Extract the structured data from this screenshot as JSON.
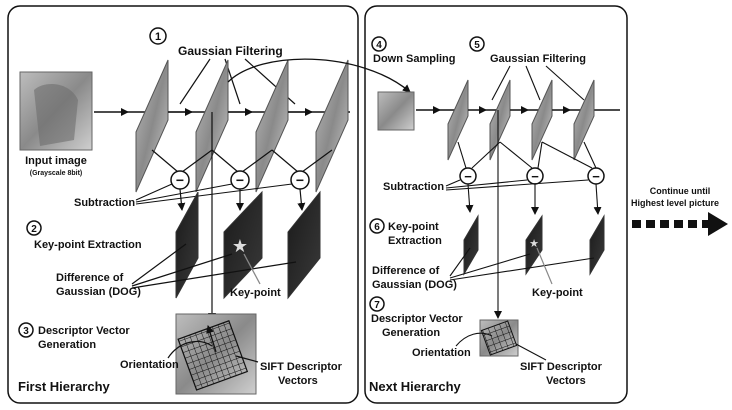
{
  "panels": {
    "first": {
      "title": "First Hierarchy",
      "step1_num": "1",
      "gaussian_filtering": "Gaussian Filtering",
      "input_image": "Input image",
      "input_image_sub": "(Grayscale 8bit)",
      "subtraction": "Subtraction",
      "step2_num": "2",
      "keypoint_extraction": "Key-point Extraction",
      "dog_line1": "Difference of",
      "dog_line2": "Gaussian (DOG)",
      "keypoint": "Key-point",
      "step3_num": "3",
      "descriptor_line1": "Descriptor Vector",
      "descriptor_line2": "Generation",
      "orientation": "Orientation",
      "sift_line1": "SIFT Descriptor",
      "sift_line2": "Vectors"
    },
    "next": {
      "title": "Next Hierarchy",
      "step4_num": "4",
      "down_sampling": "Down Sampling",
      "step5_num": "5",
      "gaussian_filtering": "Gaussian Filtering",
      "subtraction": "Subtraction",
      "step6_num": "6",
      "keypoint_line1": "Key-point",
      "keypoint_line2": "Extraction",
      "dog_line1": "Difference of",
      "dog_line2": "Gaussian (DOG)",
      "keypoint": "Key-point",
      "step7_num": "7",
      "descriptor_line1": "Descriptor Vector",
      "descriptor_line2": "Generation",
      "orientation": "Orientation",
      "sift_line1": "SIFT Descriptor",
      "sift_line2": "Vectors"
    }
  },
  "continue_line1": "Continue until",
  "continue_line2": "Highest level picture",
  "subtract_symbol": "−",
  "star_symbol": "★"
}
